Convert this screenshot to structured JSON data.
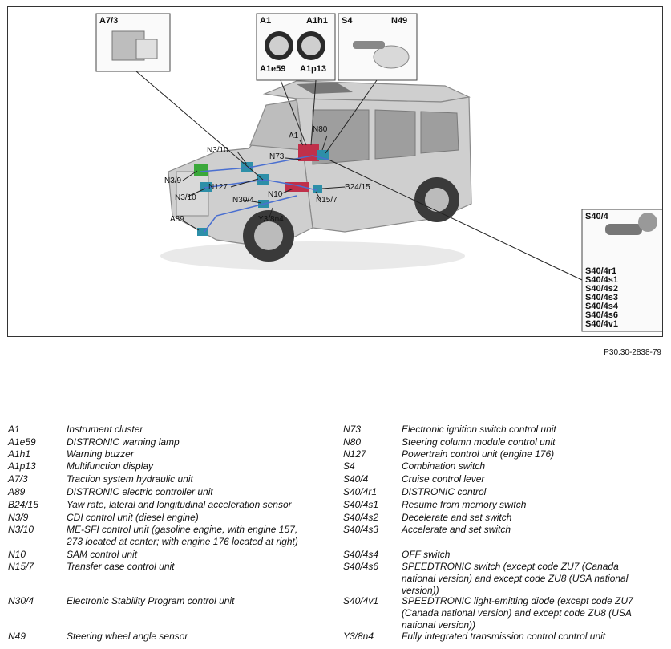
{
  "figure": {
    "reference": "P30.30-2838-79",
    "inset_labels": {
      "a7_3": "A7/3",
      "a1": "A1",
      "a1h1": "A1h1",
      "a1e59": "A1e59",
      "a1p13": "A1p13",
      "s4": "S4",
      "n49": "N49",
      "s40_4": "S40/4"
    },
    "s40_4_list": [
      "S40/4r1",
      "S40/4s1",
      "S40/4s2",
      "S40/4s3",
      "S40/4s4",
      "S40/4s6",
      "S40/4v1"
    ],
    "callouts": {
      "n3_10_top": "N3/10",
      "n73": "N73",
      "a1": "A1",
      "n80": "N80",
      "n3_9": "N3/9",
      "n3_10_low": "N3/10",
      "n127": "N127",
      "n30_4": "N30/4",
      "n10": "N10",
      "b24_15": "B24/15",
      "n15_7": "N15/7",
      "a89": "A89",
      "y3_8n4": "Y3/8n4"
    }
  },
  "legend": {
    "left": [
      {
        "code": "A1",
        "desc": "Instrument cluster"
      },
      {
        "code": "A1e59",
        "desc": "DISTRONIC warning lamp"
      },
      {
        "code": "A1h1",
        "desc": "Warning buzzer"
      },
      {
        "code": "A1p13",
        "desc": "Multifunction display"
      },
      {
        "code": "A7/3",
        "desc": "Traction system hydraulic unit"
      },
      {
        "code": "A89",
        "desc": "DISTRONIC electric controller unit"
      },
      {
        "code": "B24/15",
        "desc": "Yaw rate, lateral and longitudinal acceleration sensor"
      },
      {
        "code": "N3/9",
        "desc": "CDI control unit (diesel engine)"
      },
      {
        "code": "N3/10",
        "desc": "ME-SFI control unit (gasoline engine, with engine 157, 273 located at center; with engine 176 located at right)"
      },
      {
        "code": "N10",
        "desc": "SAM control unit"
      },
      {
        "code": "N15/7",
        "desc": "Transfer case control unit"
      },
      {
        "code": "N30/4",
        "desc": "Electronic Stability Program control unit"
      },
      {
        "code": "N49",
        "desc": "Steering wheel angle sensor"
      }
    ],
    "right": [
      {
        "code": "N73",
        "desc": "Electronic ignition switch control unit"
      },
      {
        "code": "N80",
        "desc": "Steering column module control unit"
      },
      {
        "code": "N127",
        "desc": "Powertrain control unit (engine 176)"
      },
      {
        "code": "S4",
        "desc": "Combination switch"
      },
      {
        "code": "S40/4",
        "desc": "Cruise control lever"
      },
      {
        "code": "S40/4r1",
        "desc": "DISTRONIC control"
      },
      {
        "code": "S40/4s1",
        "desc": "Resume from memory switch"
      },
      {
        "code": "S40/4s2",
        "desc": "Decelerate and set switch"
      },
      {
        "code": "S40/4s3",
        "desc": "Accelerate and set switch"
      },
      {
        "code": "S40/4s4",
        "desc": "OFF switch"
      },
      {
        "code": "S40/4s6",
        "desc": "SPEEDTRONIC switch (except code ZU7 (Canada national version) and except code ZU8 (USA national version))"
      },
      {
        "code": "S40/4v1",
        "desc": "SPEEDTRONIC light-emitting diode (except code ZU7 (Canada national version) and except code ZU8 (USA national version))"
      },
      {
        "code": "Y3/8n4",
        "desc": "Fully integrated transmission control control unit"
      }
    ]
  }
}
